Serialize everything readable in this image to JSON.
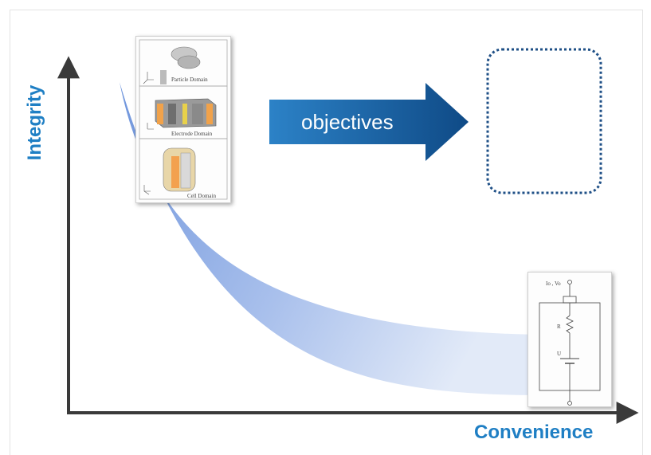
{
  "diagram": {
    "y_axis_label": "Integrity",
    "x_axis_label": "Convenience",
    "arrow_label": "objectives",
    "electrochemical_model": {
      "particle_label": "Particle Domain",
      "electrode_label": "Electrode Domain",
      "cell_label": "Cell Domain"
    },
    "circuit_model": {
      "terminal_label": "Io , Vo",
      "resistor_label": "R",
      "source_label": "U"
    }
  },
  "colors": {
    "axis": "#3a3a3a",
    "accent_text": "#1f7fc4",
    "band_start": "#6f95dc",
    "band_end": "#dde7f7",
    "arrow_dark": "#114f8c",
    "arrow_light": "#2a7fc2",
    "placeholder_border": "#1e4f86"
  }
}
